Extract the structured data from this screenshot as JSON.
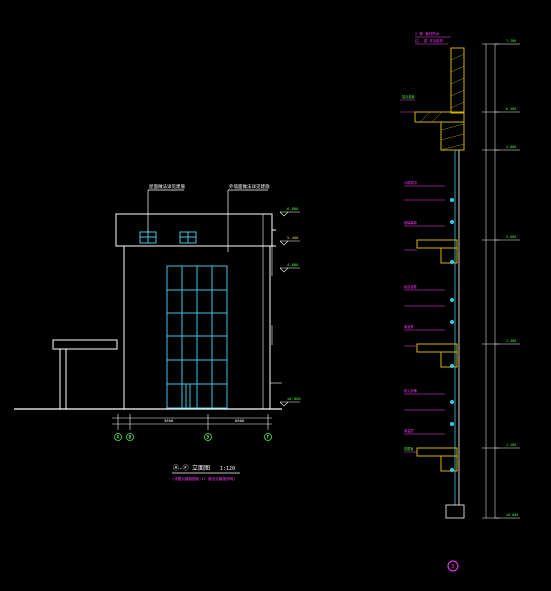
{
  "elevation": {
    "title_prefix": "Ⓐ-Ⓕ",
    "title": "立面图",
    "scale": "1:120",
    "note": "(详图见建施图纸-17,做法见建施说明)",
    "left_callout": "屋面做法详见建施",
    "right_callout": "外墙面做法详见建施",
    "axes": [
      "A",
      "B",
      "D",
      "F"
    ],
    "level_top": "6.800",
    "level_mid": "5.400",
    "level_low": "4.800",
    "level_ground": "±0.000",
    "dim_left": "3600",
    "dim_right": "6000"
  },
  "section": {
    "top_label": "2 厚 卷材防水",
    "top_sublabel": "柱、 梁 详见结构",
    "circle_label": "3",
    "levels": [
      "7.200",
      "6.300",
      "4.800",
      "3.600",
      "2.400",
      "1.200",
      "±0.000"
    ],
    "tags": [
      "铝合金板",
      "20厚找平",
      "玻璃幕墙",
      "铝合金框",
      "钢龙骨",
      "防火封堵",
      "保温层",
      "铝塑板"
    ]
  },
  "colors": {
    "white": "#ffffff",
    "cyan": "#3fc8e6",
    "magenta": "#ff3cff",
    "green": "#39ff39",
    "yellow": "#e6d200",
    "hatch": "#d4b400"
  }
}
